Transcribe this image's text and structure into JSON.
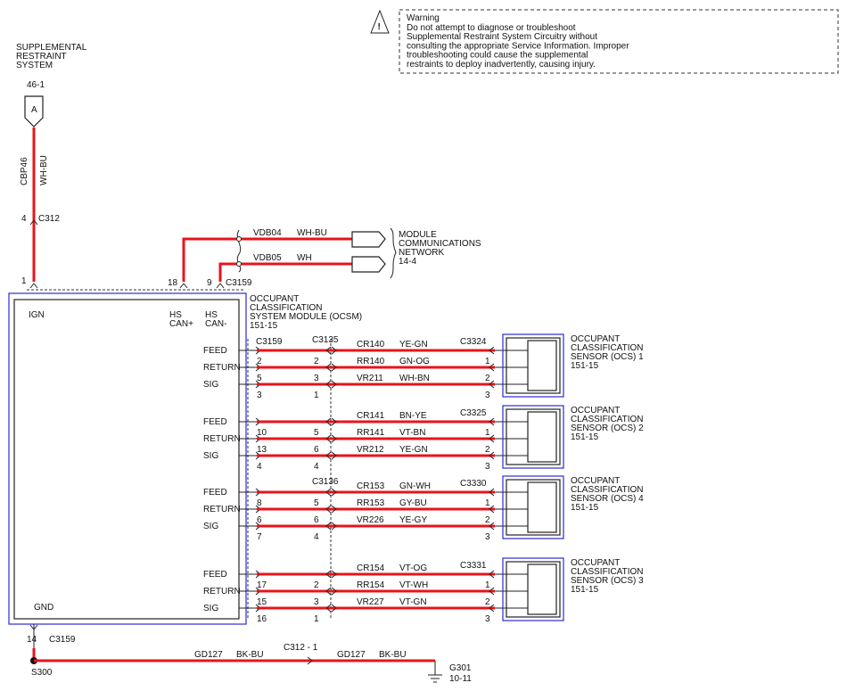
{
  "warning": {
    "title": "Warning",
    "lines": [
      "Do not attempt to diagnose or troubleshoot",
      "Supplemental Restraint System Circuitry without",
      "consulting the appropriate Service Information.  Improper",
      "troubleshooting could cause the supplemental",
      "restraints to deploy inadvertently, causing injury."
    ]
  },
  "srs": {
    "title_lines": [
      "SUPPLEMENTAL",
      "RESTRAINT",
      "SYSTEM"
    ],
    "ref": "46-1",
    "connector_letter": "A",
    "circuit": "CBP46",
    "color": "WH-BU",
    "pin_upper": "4",
    "connector_upper": "C312",
    "pin_module": "1"
  },
  "can": {
    "circuit1": "VDB04",
    "color1": "WH-BU",
    "circuit2": "VDB05",
    "color2": "WH",
    "pin_plus": "18",
    "pin_minus": "9",
    "connector": "C3159",
    "network_lines": [
      "MODULE",
      "COMMUNICATIONS",
      "NETWORK",
      "14-4"
    ]
  },
  "module": {
    "title_lines": [
      "OCCUPANT",
      "CLASSIFICATION",
      "SYSTEM MODULE (OCSM)",
      "151-15"
    ],
    "ign": "IGN",
    "hs_plus": [
      "HS",
      "CAN+"
    ],
    "hs_minus": [
      "HS",
      "CAN-"
    ],
    "gnd": "GND"
  },
  "sensor_groups": [
    {
      "module_connector": "C3159",
      "inline_connector": "C3135",
      "sensor_connector": "C3324",
      "sensor_lines": [
        "OCCUPANT",
        "CLASSIFICATION",
        "SENSOR (OCS) 1",
        "151-15"
      ],
      "rows": [
        {
          "label": "FEED",
          "mpin": "",
          "ipin": "",
          "circuit": "CR140",
          "color": "YE-GN",
          "spin": ""
        },
        {
          "label": "RETURN",
          "mpin": "2",
          "ipin": "2",
          "circuit": "RR140",
          "color": "GN-OG",
          "spin": "1"
        },
        {
          "label": "SIG",
          "mpin": "5",
          "ipin": "3",
          "circuit": "VR211",
          "color": "WH-BN",
          "spin": "2"
        }
      ],
      "trailing": {
        "mpin": "3",
        "ipin": "1",
        "spin": "3"
      }
    },
    {
      "module_connector": "",
      "inline_connector": "",
      "sensor_connector": "C3325",
      "sensor_lines": [
        "OCCUPANT",
        "CLASSIFICATION",
        "SENSOR (OCS) 2",
        "151-15"
      ],
      "rows": [
        {
          "label": "FEED",
          "mpin": "",
          "ipin": "",
          "circuit": "CR141",
          "color": "BN-YE",
          "spin": ""
        },
        {
          "label": "RETURN",
          "mpin": "10",
          "ipin": "5",
          "circuit": "RR141",
          "color": "VT-BN",
          "spin": "1"
        },
        {
          "label": "SIG",
          "mpin": "13",
          "ipin": "6",
          "circuit": "VR212",
          "color": "YE-GN",
          "spin": "2"
        }
      ],
      "trailing": {
        "mpin": "4",
        "ipin": "4",
        "spin": "3"
      }
    },
    {
      "module_connector": "",
      "inline_connector": "C3136",
      "sensor_connector": "C3330",
      "sensor_lines": [
        "OCCUPANT",
        "CLASSIFICATION",
        "SENSOR (OCS) 4",
        "151-15"
      ],
      "rows": [
        {
          "label": "FEED",
          "mpin": "",
          "ipin": "",
          "circuit": "CR153",
          "color": "GN-WH",
          "spin": ""
        },
        {
          "label": "RETURN",
          "mpin": "8",
          "ipin": "5",
          "circuit": "RR153",
          "color": "GY-BU",
          "spin": "1"
        },
        {
          "label": "SIG",
          "mpin": "6",
          "ipin": "6",
          "circuit": "VR226",
          "color": "YE-GY",
          "spin": "2"
        }
      ],
      "trailing": {
        "mpin": "7",
        "ipin": "4",
        "spin": "3"
      }
    },
    {
      "module_connector": "",
      "inline_connector": "",
      "sensor_connector": "C3331",
      "sensor_lines": [
        "OCCUPANT",
        "CLASSIFICATION",
        "SENSOR (OCS) 3",
        "151-15"
      ],
      "rows": [
        {
          "label": "FEED",
          "mpin": "",
          "ipin": "",
          "circuit": "CR154",
          "color": "VT-OG",
          "spin": ""
        },
        {
          "label": "RETURN",
          "mpin": "17",
          "ipin": "2",
          "circuit": "RR154",
          "color": "VT-WH",
          "spin": "1"
        },
        {
          "label": "SIG",
          "mpin": "15",
          "ipin": "3",
          "circuit": "VR227",
          "color": "VT-GN",
          "spin": "2"
        }
      ],
      "trailing": {
        "mpin": "16",
        "ipin": "1",
        "spin": "3"
      }
    }
  ],
  "ground": {
    "pin": "14",
    "connector": "C3159",
    "splice": "S300",
    "circuit1": "GD127",
    "color1": "BK-BU",
    "inline": "C312 - 1",
    "circuit2": "GD127",
    "color2": "BK-BU",
    "ground_id": "G301",
    "ground_ref": "10-11"
  },
  "colors": {
    "wire": "#e8141b",
    "module_frame": "#2b2bd6",
    "line": "#222222"
  }
}
